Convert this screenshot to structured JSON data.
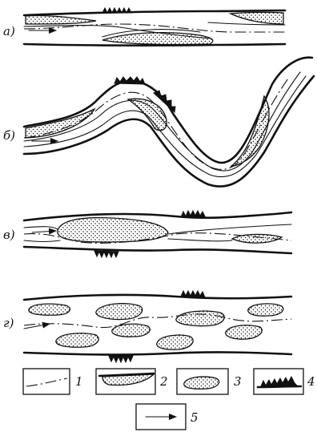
{
  "panels": [
    {
      "label": "а)"
    },
    {
      "label": "б)"
    },
    {
      "label": "в)"
    },
    {
      "label": "г)"
    }
  ],
  "legend": [
    {
      "num": "1"
    },
    {
      "num": "2"
    },
    {
      "num": "3"
    },
    {
      "num": "4"
    },
    {
      "num": "5"
    }
  ]
}
